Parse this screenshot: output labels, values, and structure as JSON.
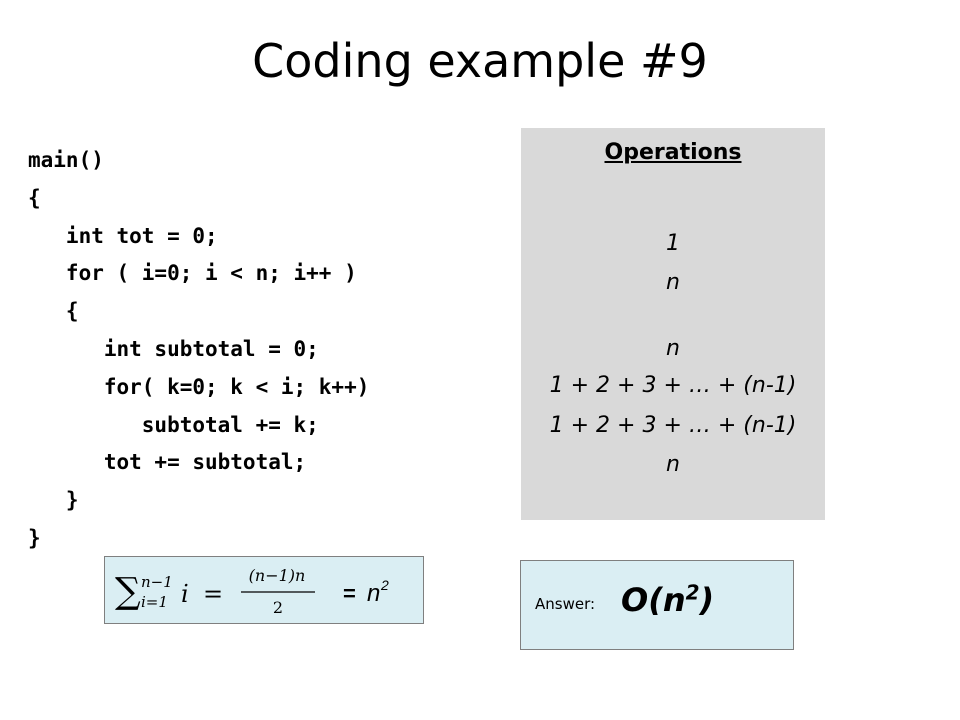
{
  "slide": {
    "title": "Coding example #9"
  },
  "code": {
    "lines": [
      "main()",
      "{",
      "   int tot = 0;",
      "   for ( i=0; i < n; i++ )",
      "   {",
      "      int subtotal = 0;",
      "      for( k=0; k < i; k++)",
      "         subtotal += k;",
      "      tot += subtotal;",
      "   }",
      "}"
    ]
  },
  "operations": {
    "title": "Operations",
    "lines": [
      "1",
      "n",
      "n",
      "1 + 2 + 3 + … + (n-1)",
      "1 + 2 + 3 + … + (n-1)",
      "n"
    ]
  },
  "formula": {
    "sum_symbol": "∑",
    "upper_limit": "n−1",
    "lower_limit": "i=1",
    "term": "i",
    "equals": "=",
    "numerator": "(n−1)n",
    "denominator": "2",
    "result_equals": "=",
    "result_base": "n",
    "result_exponent": "2"
  },
  "answer": {
    "label": "Answer:",
    "value_prefix": "O(n",
    "value_exponent": "2",
    "value_suffix": ")"
  }
}
